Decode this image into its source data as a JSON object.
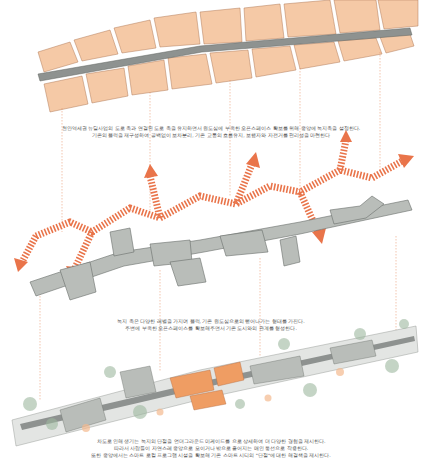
{
  "diagram": {
    "labels": [
      "천안역세권 뉴딜사업의 도로 축과 연결된 도로 축을 유지하면서 원도심에 부족한 오픈스페이스 확보를 위해 중앙에 녹지축을 설정한다.",
      "기존의 블럭을 재구성하여 공백없이 보차분리, 기존 교통의 흐름유지, 보행자와 자전거를 편리성을 마련한다",
      "녹지 축은 다양한 레벨을 가지며 블럭, 기존 원도심으로의 뻗어나가는 형태를 가진다.",
      "주변에 부족한 오픈스페이스를 확보해주면서 기존 도시와의 관계를 형성한다.",
      "차도로 인해 생기는 녹지의 단절을 언더그라운드 미케이드를 으로 상세하여 더 다양한 경험을 제시한다.",
      "따라서 사람들이 자연스레 중앙으로 모이거나 밖으로 흩어지는 매인 동선으로 작용한다.",
      "또한 중앙에서는 스마트 로컬 프로그램 시설을 확보해 기존 스마트 시티의 \"단절\"에 대한 해결책을 제시한다."
    ]
  }
}
